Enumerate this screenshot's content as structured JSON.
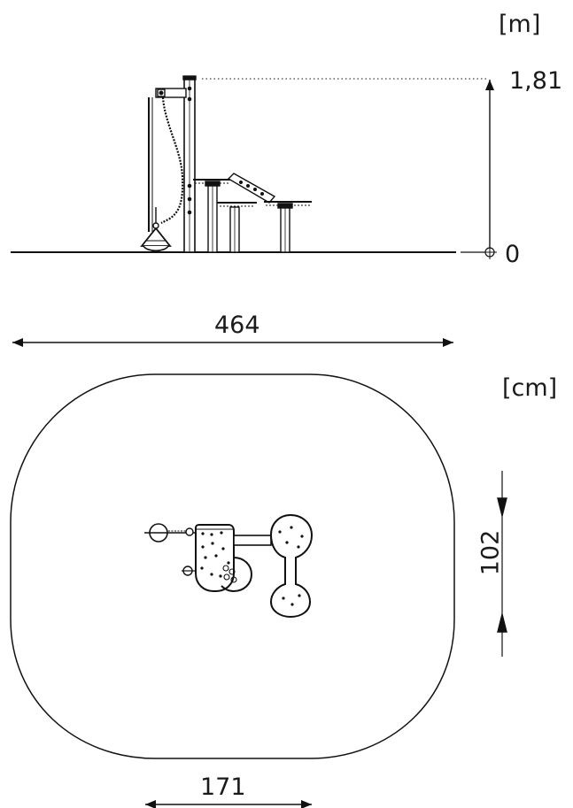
{
  "elevation": {
    "unit": "[m]",
    "height_value": "1,81",
    "ground_value": "0"
  },
  "plan": {
    "unit": "[cm]",
    "width_value": "464",
    "depth_value": "102",
    "bottom_value": "171"
  }
}
